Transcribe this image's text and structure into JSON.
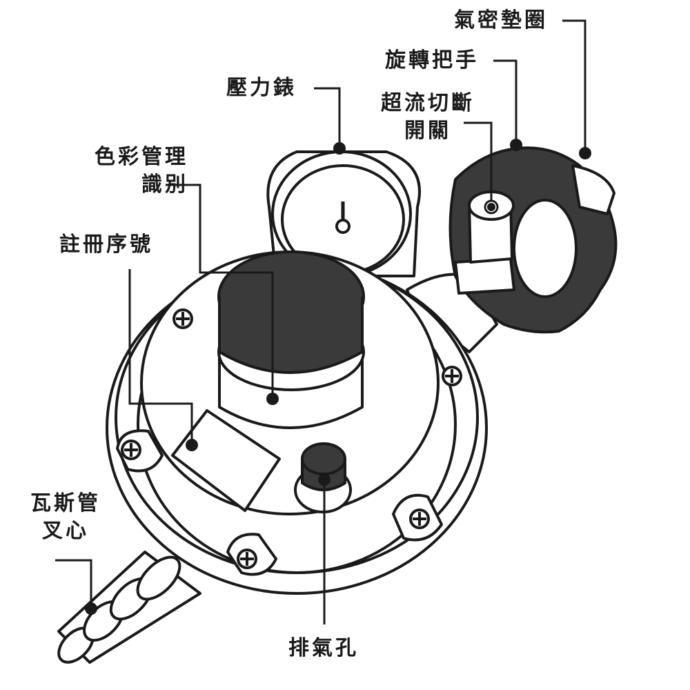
{
  "labels": {
    "gasket": "氣密墊圈",
    "knob": "旋轉把手",
    "shutoff_line1": "超流切斷",
    "shutoff_line2": "開關",
    "gauge": "壓力錶",
    "color_line1": "色彩管理",
    "color_line2": "識別",
    "serial": "註冊序號",
    "hose_line1": "瓦斯管",
    "hose_line2": "叉心",
    "vent": "排氣孔"
  },
  "colors": {
    "line": "#1a1a1a",
    "dark_part": "#3a3a3a"
  }
}
